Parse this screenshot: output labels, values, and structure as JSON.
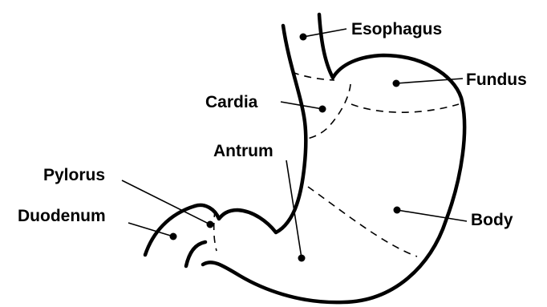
{
  "labels": {
    "esophagus": "Esophagus",
    "fundus": "Fundus",
    "cardia": "Cardia",
    "antrum": "Antrum",
    "pylorus": "Pylorus",
    "duodenum": "Duodenum",
    "body": "Body"
  }
}
